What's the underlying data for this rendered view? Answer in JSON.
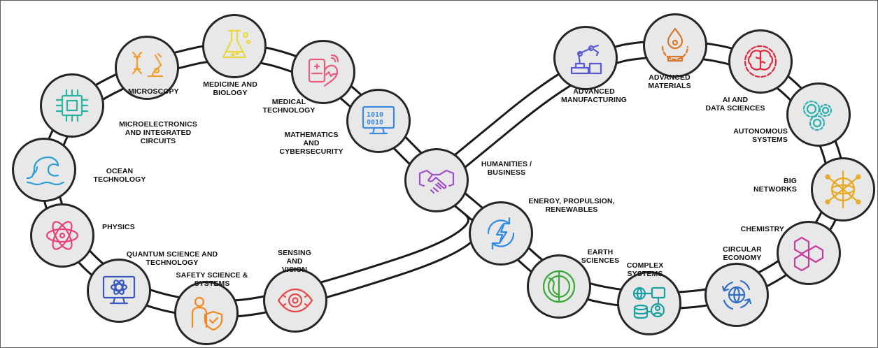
{
  "colors": {
    "node_fill": "#e8e8e8",
    "node_ring": "#262626",
    "link": "#1a1a1a"
  },
  "nodes": [
    {
      "id": "dna-microscope",
      "icon": "dna-microscope-icon",
      "color": "#f0a030"
    },
    {
      "id": "flask",
      "icon": "flask-icon",
      "color": "#e8d840"
    },
    {
      "id": "medical-tablet",
      "icon": "medical-tablet-icon",
      "color": "#e85c7c"
    },
    {
      "id": "chip",
      "icon": "chip-icon",
      "color": "#2bb5a0"
    },
    {
      "id": "wave",
      "icon": "wave-icon",
      "color": "#2a9fd6"
    },
    {
      "id": "atom",
      "icon": "atom-icon",
      "color": "#e8407c"
    },
    {
      "id": "monitor-atom",
      "icon": "monitor-atom-icon",
      "color": "#3a58c0"
    },
    {
      "id": "person-shield",
      "icon": "person-shield-icon",
      "color": "#f08a20"
    },
    {
      "id": "eye",
      "icon": "eye-icon",
      "color": "#e84848"
    },
    {
      "id": "binary-monitor",
      "icon": "binary-monitor-icon",
      "color": "#3a8ae0"
    },
    {
      "id": "handshake",
      "icon": "handshake-icon",
      "color": "#a050c8"
    },
    {
      "id": "energy-cycle",
      "icon": "energy-cycle-icon",
      "color": "#2f8ae8"
    },
    {
      "id": "earth",
      "icon": "earth-icon",
      "color": "#3aa83a"
    },
    {
      "id": "network-database",
      "icon": "network-database-icon",
      "color": "#1aa0a0"
    },
    {
      "id": "globe-cycle",
      "icon": "globe-cycle-icon",
      "color": "#2f6ec8"
    },
    {
      "id": "hexagons",
      "icon": "hexagons-icon",
      "color": "#c83aa0"
    },
    {
      "id": "network-sphere",
      "icon": "network-sphere-icon",
      "color": "#e8a820"
    },
    {
      "id": "gears",
      "icon": "gears-icon",
      "color": "#2ab0b0"
    },
    {
      "id": "brain-gear",
      "icon": "brain-gear-icon",
      "color": "#e02838"
    },
    {
      "id": "drop-gear",
      "icon": "drop-gear-icon",
      "color": "#d8782a"
    },
    {
      "id": "robot-arm",
      "icon": "robot-arm-icon",
      "color": "#5a5ad0"
    }
  ],
  "labels": [
    {
      "id": "microscopy",
      "lines": [
        "MICROSCOPY"
      ]
    },
    {
      "id": "medicine-biology",
      "lines": [
        "MEDICINE AND",
        "BIOLOGY"
      ]
    },
    {
      "id": "medical-technology",
      "lines": [
        "MEDICAL",
        "TECHNOLOGY"
      ]
    },
    {
      "id": "microelectronics",
      "lines": [
        "MICROELECTRONICS",
        "AND INTEGRATED",
        "CIRCUITS"
      ]
    },
    {
      "id": "mathematics",
      "lines": [
        "MATHEMATICS",
        "AND",
        "CYBERSECURITY"
      ]
    },
    {
      "id": "ocean-technology",
      "lines": [
        "OCEAN",
        "TECHNOLOGY"
      ]
    },
    {
      "id": "physics",
      "lines": [
        "PHYSICS"
      ]
    },
    {
      "id": "quantum",
      "lines": [
        "QUANTUM SCIENCE AND",
        "TECHNOLOGY"
      ]
    },
    {
      "id": "safety",
      "lines": [
        "SAFETY SCIENCE &",
        "SYSTEMS"
      ]
    },
    {
      "id": "sensing",
      "lines": [
        "SENSING",
        "AND",
        "VISION"
      ]
    },
    {
      "id": "humanities",
      "lines": [
        "HUMANITIES /",
        "BUSINESS"
      ]
    },
    {
      "id": "energy",
      "lines": [
        "ENERGY, PROPULSION,",
        "RENEWABLES"
      ]
    },
    {
      "id": "earth-sciences",
      "lines": [
        "EARTH",
        "SCIENCES"
      ]
    },
    {
      "id": "complex-systems",
      "lines": [
        "COMPLEX",
        "SYSTEMS"
      ]
    },
    {
      "id": "circular-economy",
      "lines": [
        "CIRCULAR",
        "ECONOMY"
      ]
    },
    {
      "id": "chemistry",
      "lines": [
        "CHEMISTRY"
      ]
    },
    {
      "id": "big-networks",
      "lines": [
        "BIG",
        "NETWORKS"
      ]
    },
    {
      "id": "autonomous",
      "lines": [
        "AUTONOMOUS",
        "SYSTEMS"
      ]
    },
    {
      "id": "ai-data",
      "lines": [
        "AI AND",
        "DATA SCIENCES"
      ]
    },
    {
      "id": "advanced-materials",
      "lines": [
        "ADVANCED",
        "MATERIALS"
      ]
    },
    {
      "id": "advanced-manufacturing",
      "lines": [
        "ADVANCED",
        "MANUFACTURING"
      ]
    }
  ]
}
